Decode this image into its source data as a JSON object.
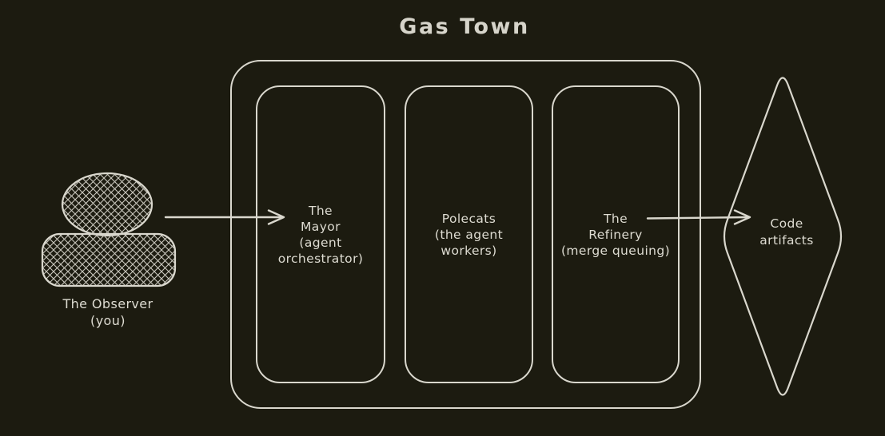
{
  "diagram": {
    "title": "Gas Town",
    "colors": {
      "background": "#1c1b10",
      "stroke": "#d9d7cd",
      "text": "#dedcd2"
    },
    "observer": {
      "label": "The Observer\n(you)"
    },
    "boxes": [
      {
        "id": "mayor",
        "label": "The\nMayor\n(agent\norchestrator)"
      },
      {
        "id": "polecats",
        "label": "Polecats\n(the agent\nworkers)"
      },
      {
        "id": "refinery",
        "label": "The\nRefinery\n(merge queuing)"
      }
    ],
    "output": {
      "label": "Code\nartifacts"
    }
  }
}
